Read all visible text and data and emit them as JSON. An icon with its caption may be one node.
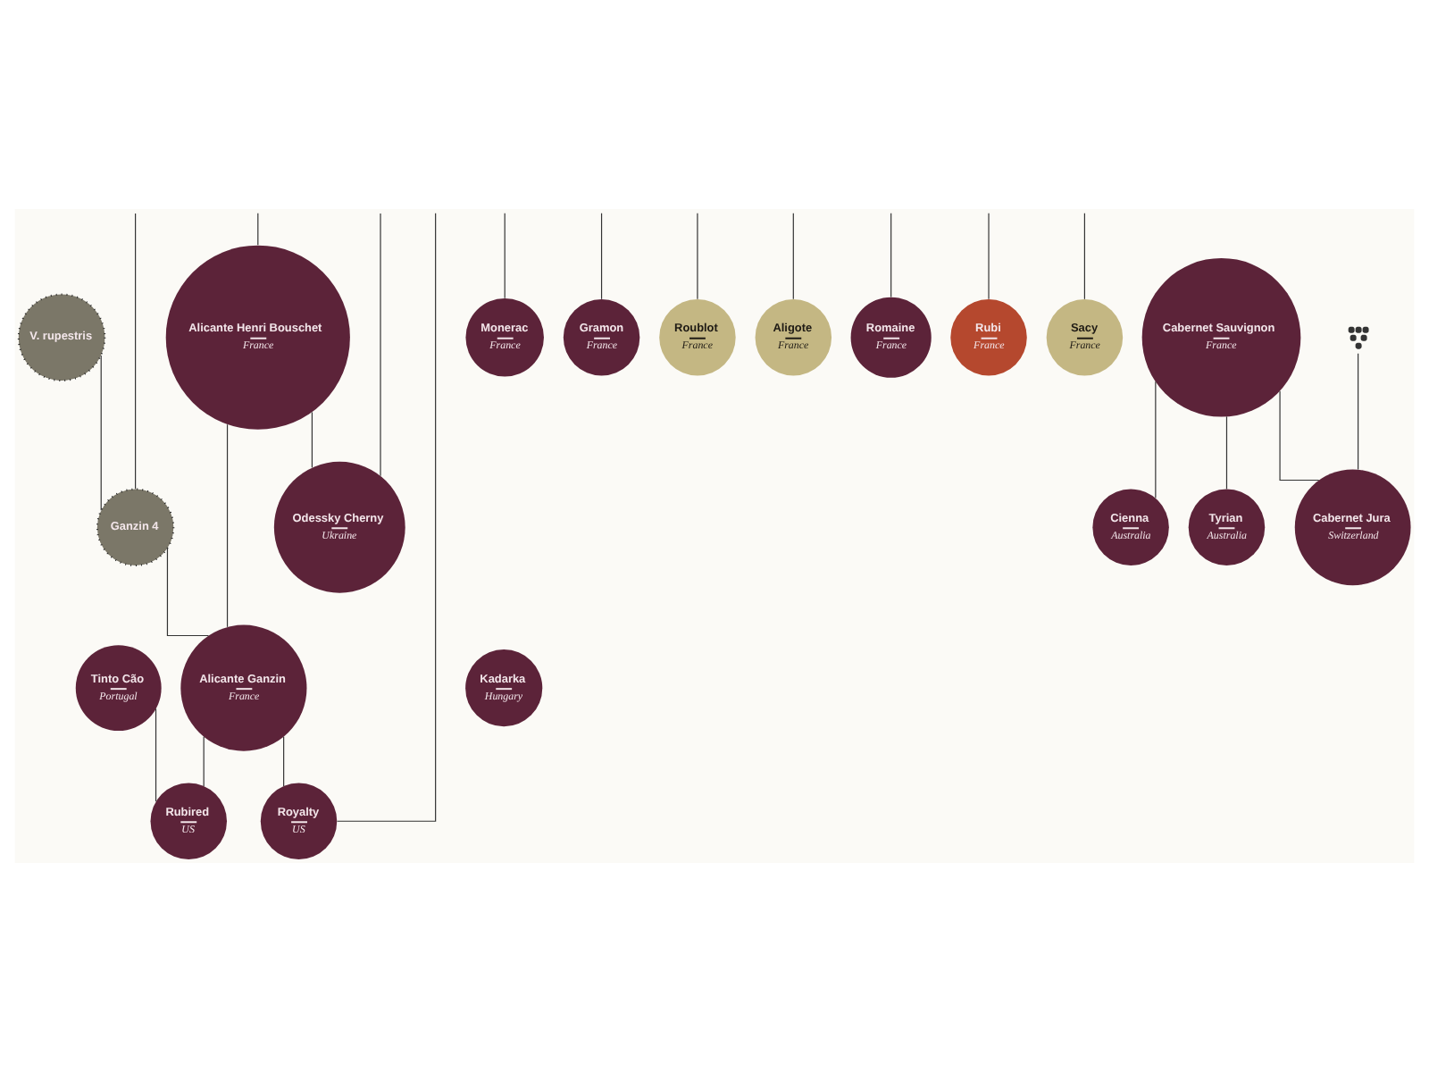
{
  "diagram": {
    "nodes": [
      {
        "text": [
          "V. rupestris"
        ]
      },
      {
        "text": [
          "Ganzin 4"
        ]
      },
      {
        "text": [
          "Alicante Henri Bouschet",
          "France"
        ]
      },
      {
        "text": [
          "Odessky Cherny",
          "Ukraine"
        ]
      },
      {
        "text": [
          "Monerac",
          "France"
        ]
      },
      {
        "text": [
          "Gramon",
          "France"
        ]
      },
      {
        "text": [
          "Roublot",
          "France"
        ]
      },
      {
        "text": [
          "Aligote",
          "France"
        ]
      },
      {
        "text": [
          "Romaine",
          "France"
        ]
      },
      {
        "text": [
          "Rubi",
          "France"
        ]
      },
      {
        "text": [
          "Sacy",
          "France"
        ]
      },
      {
        "text": [
          "Tinto Cão",
          "Portugal"
        ]
      },
      {
        "text": [
          "Alicante Ganzin",
          "France"
        ]
      },
      {
        "text": [
          "Cienna",
          "Australia"
        ]
      },
      {
        "text": [
          "Tyrian",
          "Australia"
        ]
      },
      {
        "text": [
          "Rubired",
          "US"
        ]
      },
      {
        "text": [
          "Royalty",
          "US"
        ]
      },
      {
        "text": [],
        "shape": "picture"
      },
      {
        "text": [
          "Cabernet Jura",
          "Switzerland"
        ]
      },
      {
        "text": [
          "Kadarka",
          "Hungary"
        ]
      },
      {
        "text": [
          "Cabernet Sauvignon",
          "France"
        ]
      }
    ],
    "edges": [
      {
        "from": null,
        "to": 1,
        "arrow": "none"
      },
      {
        "from": 0,
        "to": 1,
        "arrow": "none"
      },
      {
        "from": null,
        "to": 2,
        "arrow": "none"
      },
      {
        "from": 2,
        "to": 3,
        "arrow": "none"
      },
      {
        "from": null,
        "to": 3,
        "arrow": "none"
      },
      {
        "from": null,
        "to": 4,
        "arrow": "none"
      },
      {
        "from": null,
        "to": 5,
        "arrow": "none"
      },
      {
        "from": null,
        "to": 6,
        "arrow": "none"
      },
      {
        "from": null,
        "to": 7,
        "arrow": "none"
      },
      {
        "from": null,
        "to": 8,
        "arrow": "none"
      },
      {
        "from": null,
        "to": 9,
        "arrow": "none"
      },
      {
        "from": null,
        "to": 10,
        "arrow": "none"
      },
      {
        "from": 1,
        "to": 12,
        "arrow": "none"
      },
      {
        "from": 2,
        "to": 12,
        "arrow": "none"
      },
      {
        "from": 11,
        "to": 15,
        "arrow": "none"
      },
      {
        "from": 12,
        "to": 15,
        "arrow": "none"
      },
      {
        "from": 12,
        "to": 16,
        "arrow": "none"
      },
      {
        "from": null,
        "to": 16,
        "arrow": "none"
      },
      {
        "from": 17,
        "to": 18,
        "arrow": "none"
      },
      {
        "from": 20,
        "to": 18,
        "arrow": "none"
      },
      {
        "from": 20,
        "to": 13,
        "arrow": "none"
      },
      {
        "from": 20,
        "to": 14,
        "arrow": "none"
      }
    ]
  }
}
